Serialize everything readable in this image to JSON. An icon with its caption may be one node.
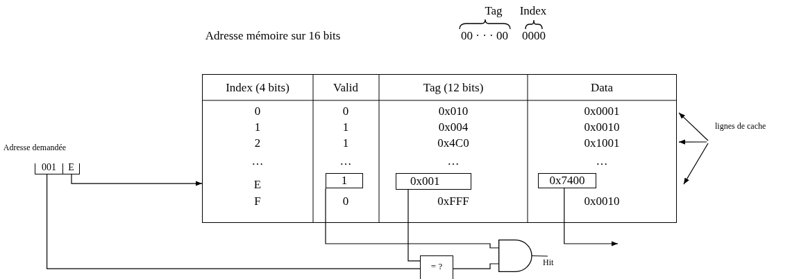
{
  "diagram": {
    "nodes": [
      {
        "text": [
          "001"
        ]
      },
      {
        "text": [
          "E"
        ]
      },
      {
        "text": [],
        "shape": "box"
      },
      {
        "text": [
          "1"
        ],
        "in": 2
      },
      {
        "text": [
          "0x001"
        ],
        "in": 2
      },
      {
        "text": [
          "0x7400"
        ],
        "in": 2
      },
      {
        "text": [
          "= ?"
        ]
      },
      {
        "text": [],
        "shape": "gate",
        "beside": [
          "Hit"
        ]
      },
      {
        "text": [
          "lignes de cache"
        ]
      }
    ],
    "edges": [
      {
        "from": 1,
        "to": 2,
        "arrow": "to"
      },
      {
        "from": 0,
        "to": 6,
        "arrow": "none"
      },
      {
        "from": 4,
        "to": 6,
        "arrow": "none"
      },
      {
        "from": 3,
        "to": 7,
        "arrow": "none"
      },
      {
        "from": 6,
        "to": 7,
        "arrow": "none"
      },
      {
        "from": 7,
        "to": null,
        "arrow": "none"
      },
      {
        "from": 5,
        "to": null,
        "arrow": "to"
      },
      {
        "from": 8,
        "to": 2,
        "arrow": "to"
      },
      {
        "from": 8,
        "to": 2,
        "arrow": "to"
      },
      {
        "from": 8,
        "to": 2,
        "arrow": "to"
      }
    ],
    "labels": [
      "Tag",
      "Index",
      "Adresse mémoire sur 16 bits",
      "00 · · · 00",
      "0000",
      "Adresse demandée",
      "Index (4 bits)",
      "Valid",
      "Tag (12 bits)",
      "Data",
      "0",
      "0",
      "0x010",
      "0x0001",
      "1",
      "1",
      "0x004",
      "0x0010",
      "2",
      "1",
      "0x4C0",
      "0x1001",
      "…",
      "…",
      "…",
      "…",
      "E",
      "F",
      "0",
      "0xFFF",
      "0x0010"
    ]
  }
}
